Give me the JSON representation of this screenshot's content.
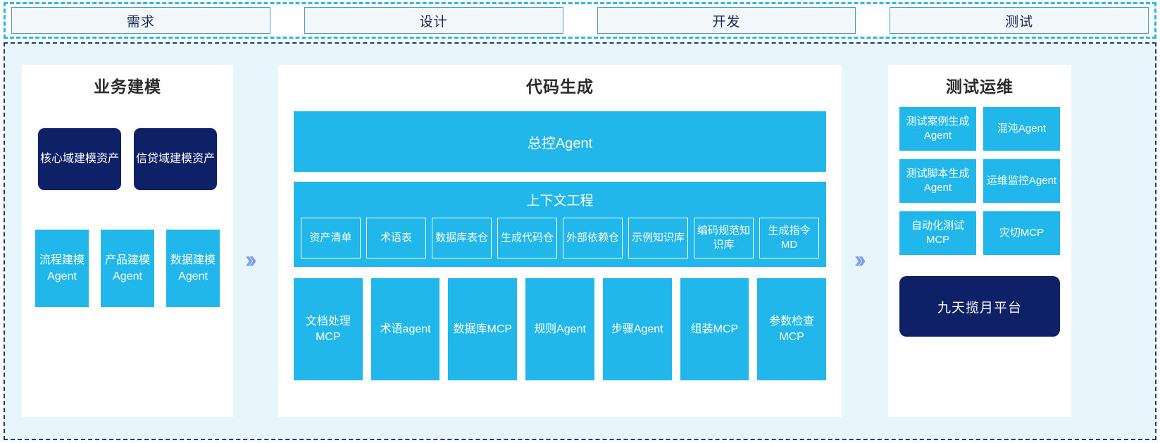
{
  "phases": [
    {
      "label": "需求"
    },
    {
      "label": "设计"
    },
    {
      "label": "开发"
    },
    {
      "label": "测试"
    }
  ],
  "colors": {
    "accent_cyan": "#22b7ea",
    "dark_navy": "#0e2166",
    "panel_bg": "#e9f5fd",
    "frame_border": "#1c3f74",
    "phase_border": "#4a9fc0",
    "chevron": "#7a9ee8"
  },
  "left_panel": {
    "title": "业务建模",
    "assets": [
      {
        "label": "核心域建模资产"
      },
      {
        "label": "信贷域建模资产"
      }
    ],
    "agents": [
      {
        "label": "流程建模Agent"
      },
      {
        "label": "产品建模Agent"
      },
      {
        "label": "数据建模Agent"
      }
    ]
  },
  "middle_panel": {
    "title": "代码生成",
    "master_agent": "总控Agent",
    "context": {
      "title": "上下文工程",
      "items": [
        {
          "label": "资产清单"
        },
        {
          "label": "术语表"
        },
        {
          "label": "数据库表仓"
        },
        {
          "label": "生成代码仓"
        },
        {
          "label": "外部依赖仓"
        },
        {
          "label": "示例知识库"
        },
        {
          "label": "编码规范知识库"
        },
        {
          "label": "生成指令MD"
        }
      ]
    },
    "tools": [
      {
        "label": "文档处理MCP"
      },
      {
        "label": "术语agent"
      },
      {
        "label": "数据库MCP"
      },
      {
        "label": "规则Agent"
      },
      {
        "label": "步骤Agent"
      },
      {
        "label": "组装MCP"
      },
      {
        "label": "参数检查MCP"
      }
    ]
  },
  "right_panel": {
    "title": "测试运维",
    "boxes": [
      {
        "label": "测试案例生成Agent"
      },
      {
        "label": "混沌Agent"
      },
      {
        "label": "测试脚本生成Agent"
      },
      {
        "label": "运维监控Agent"
      },
      {
        "label": "自动化测试MCP"
      },
      {
        "label": "灾切MCP"
      }
    ],
    "platform": "九天揽月平台"
  },
  "separators": {
    "chevron_glyph": "››"
  }
}
